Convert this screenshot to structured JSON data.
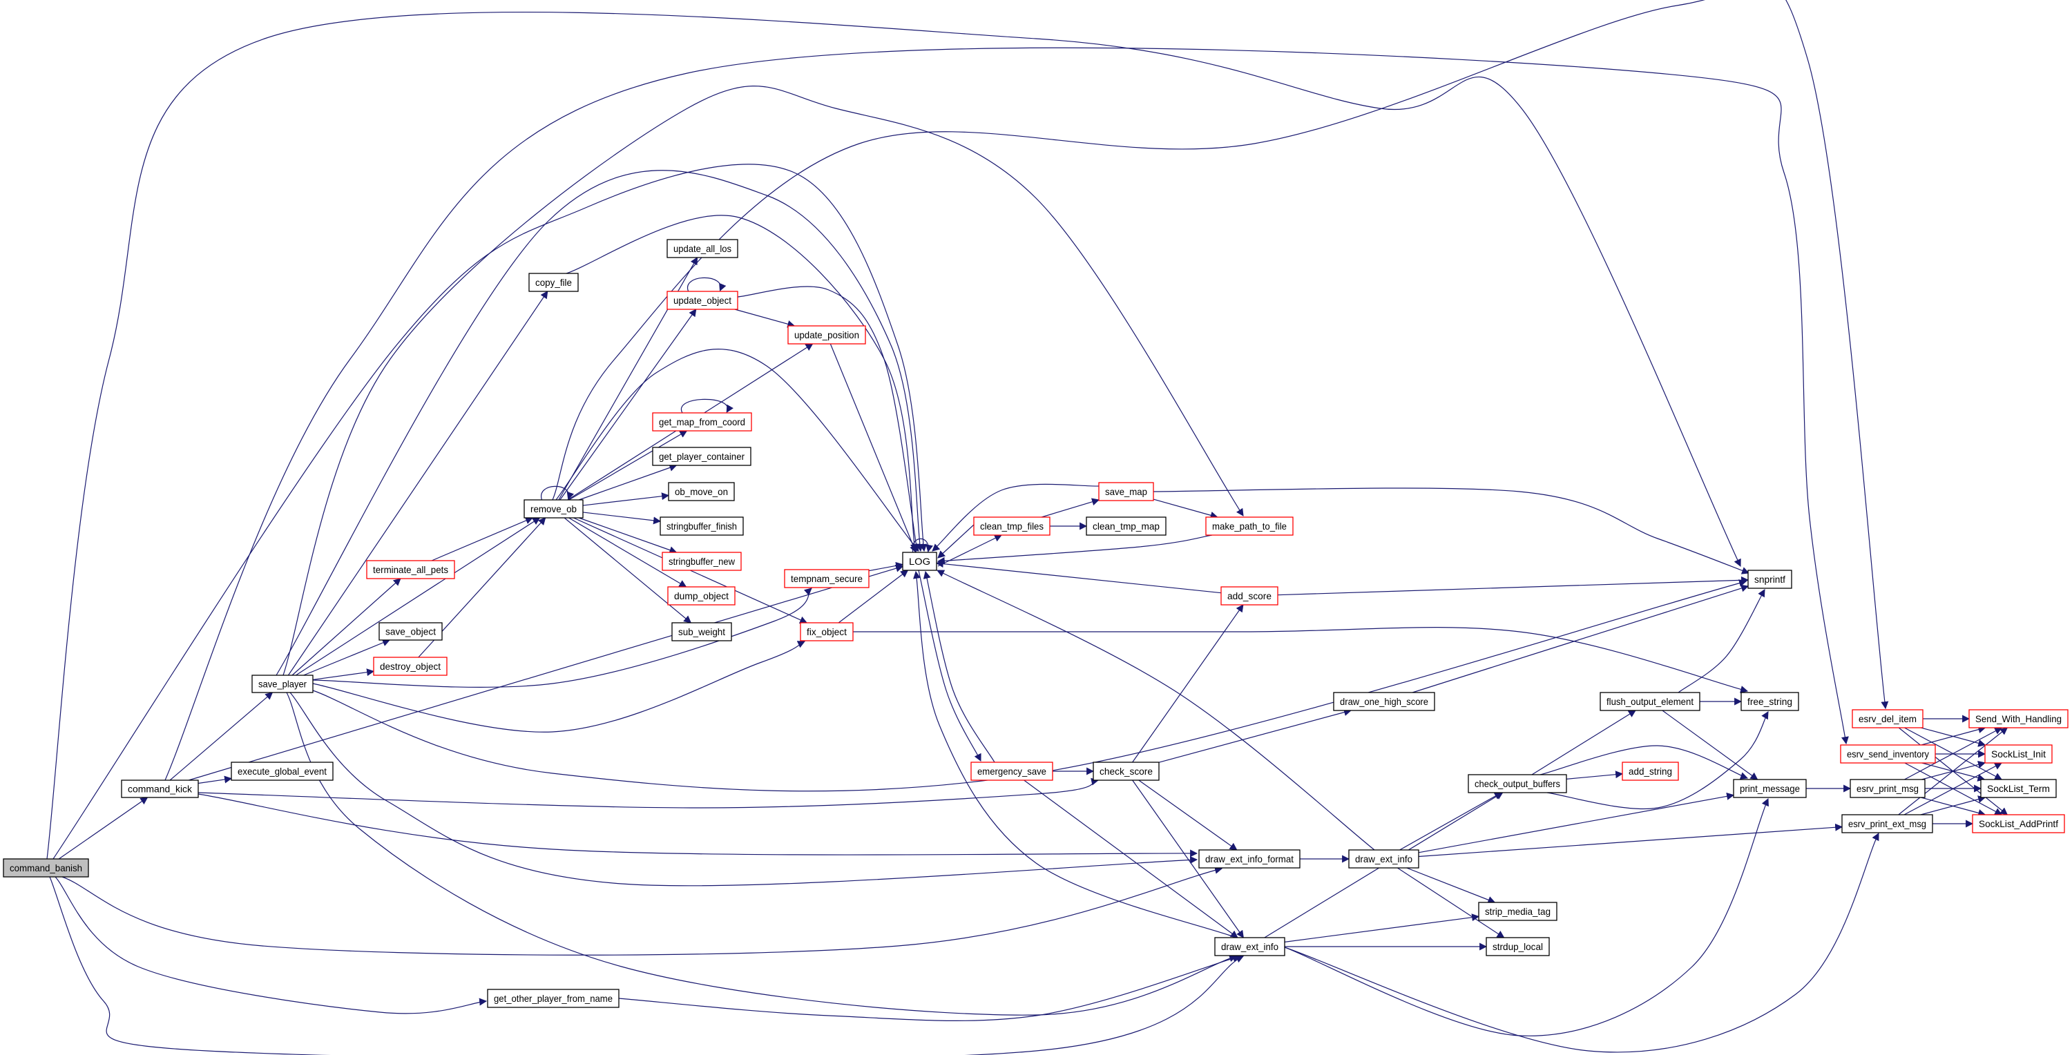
{
  "title": "Call graph of command_banish",
  "colors": {
    "edge": "#191970",
    "root_fill": "#bfbfbf",
    "truncated_border": "#ff0000",
    "node_border": "#000000"
  },
  "nodes": [
    {
      "id": "command_banish",
      "label": "command_banish",
      "style": "root"
    },
    {
      "id": "command_kick",
      "label": "command_kick",
      "style": "normal"
    },
    {
      "id": "execute_global_event",
      "label": "execute_global_event",
      "style": "normal"
    },
    {
      "id": "save_player",
      "label": "save_player",
      "style": "normal"
    },
    {
      "id": "terminate_all_pets",
      "label": "terminate_all_pets",
      "style": "red"
    },
    {
      "id": "save_object",
      "label": "save_object",
      "style": "normal"
    },
    {
      "id": "destroy_object",
      "label": "destroy_object",
      "style": "red"
    },
    {
      "id": "copy_file",
      "label": "copy_file",
      "style": "normal"
    },
    {
      "id": "remove_ob",
      "label": "remove_ob",
      "style": "normal"
    },
    {
      "id": "update_all_los",
      "label": "update_all_los",
      "style": "normal"
    },
    {
      "id": "update_object",
      "label": "update_object",
      "style": "red"
    },
    {
      "id": "update_position",
      "label": "update_position",
      "style": "red"
    },
    {
      "id": "get_map_from_coord",
      "label": "get_map_from_coord",
      "style": "red"
    },
    {
      "id": "get_player_container",
      "label": "get_player_container",
      "style": "normal"
    },
    {
      "id": "ob_move_on",
      "label": "ob_move_on",
      "style": "normal"
    },
    {
      "id": "stringbuffer_finish",
      "label": "stringbuffer_finish",
      "style": "normal"
    },
    {
      "id": "stringbuffer_new",
      "label": "stringbuffer_new",
      "style": "red"
    },
    {
      "id": "dump_object",
      "label": "dump_object",
      "style": "red"
    },
    {
      "id": "sub_weight",
      "label": "sub_weight",
      "style": "normal"
    },
    {
      "id": "tempnam_secure",
      "label": "tempnam_secure",
      "style": "red"
    },
    {
      "id": "fix_object",
      "label": "fix_object",
      "style": "red"
    },
    {
      "id": "LOG",
      "label": "LOG",
      "style": "normal"
    },
    {
      "id": "clean_tmp_files",
      "label": "clean_tmp_files",
      "style": "red"
    },
    {
      "id": "clean_tmp_map",
      "label": "clean_tmp_map",
      "style": "normal"
    },
    {
      "id": "save_map",
      "label": "save_map",
      "style": "red"
    },
    {
      "id": "make_path_to_file",
      "label": "make_path_to_file",
      "style": "red"
    },
    {
      "id": "add_score",
      "label": "add_score",
      "style": "red"
    },
    {
      "id": "emergency_save",
      "label": "emergency_save",
      "style": "red"
    },
    {
      "id": "check_score",
      "label": "check_score",
      "style": "normal"
    },
    {
      "id": "draw_one_high_score",
      "label": "draw_one_high_score",
      "style": "normal"
    },
    {
      "id": "draw_ext_info_format",
      "label": "draw_ext_info_format",
      "style": "normal"
    },
    {
      "id": "draw_ext_info_2",
      "label": "draw_ext_info",
      "style": "normal"
    },
    {
      "id": "draw_ext_info",
      "label": "draw_ext_info",
      "style": "normal"
    },
    {
      "id": "get_other_player_from_name",
      "label": "get_other_player_from_name",
      "style": "normal"
    },
    {
      "id": "snprintf",
      "label": "snprintf",
      "style": "normal"
    },
    {
      "id": "free_string",
      "label": "free_string",
      "style": "normal"
    },
    {
      "id": "flush_output_element",
      "label": "flush_output_element",
      "style": "normal"
    },
    {
      "id": "check_output_buffers",
      "label": "check_output_buffers",
      "style": "normal"
    },
    {
      "id": "add_string",
      "label": "add_string",
      "style": "red"
    },
    {
      "id": "strip_media_tag",
      "label": "strip_media_tag",
      "style": "normal"
    },
    {
      "id": "strdup_local",
      "label": "strdup_local",
      "style": "normal"
    },
    {
      "id": "print_message",
      "label": "print_message",
      "style": "normal"
    },
    {
      "id": "esrv_print_msg",
      "label": "esrv_print_msg",
      "style": "normal"
    },
    {
      "id": "esrv_print_ext_msg",
      "label": "esrv_print_ext_msg",
      "style": "normal"
    },
    {
      "id": "esrv_del_item",
      "label": "esrv_del_item",
      "style": "red"
    },
    {
      "id": "esrv_send_inventory",
      "label": "esrv_send_inventory",
      "style": "red"
    },
    {
      "id": "Send_With_Handling",
      "label": "Send_With_Handling",
      "style": "red"
    },
    {
      "id": "SockList_Init",
      "label": "SockList_Init",
      "style": "red"
    },
    {
      "id": "SockList_Term",
      "label": "SockList_Term",
      "style": "normal"
    },
    {
      "id": "SockList_AddPrintf",
      "label": "SockList_AddPrintf",
      "style": "red"
    }
  ],
  "edges": [
    [
      "command_banish",
      "command_kick"
    ],
    [
      "command_banish",
      "snprintf"
    ],
    [
      "command_banish",
      "LOG"
    ],
    [
      "command_banish",
      "draw_ext_info_format"
    ],
    [
      "command_banish",
      "get_other_player_from_name"
    ],
    [
      "command_banish",
      "draw_ext_info"
    ],
    [
      "command_kick",
      "save_player"
    ],
    [
      "command_kick",
      "execute_global_event"
    ],
    [
      "command_kick",
      "esrv_send_inventory"
    ],
    [
      "command_kick",
      "check_score"
    ],
    [
      "command_kick",
      "draw_ext_info_format"
    ],
    [
      "command_kick",
      "LOG"
    ],
    [
      "save_player",
      "remove_ob"
    ],
    [
      "save_player",
      "terminate_all_pets"
    ],
    [
      "save_player",
      "save_object"
    ],
    [
      "save_player",
      "destroy_object"
    ],
    [
      "save_player",
      "copy_file"
    ],
    [
      "save_player",
      "LOG"
    ],
    [
      "save_player",
      "make_path_to_file"
    ],
    [
      "save_player",
      "tempnam_secure"
    ],
    [
      "save_player",
      "snprintf"
    ],
    [
      "save_player",
      "draw_ext_info_format"
    ],
    [
      "save_player",
      "draw_ext_info"
    ],
    [
      "save_player",
      "fix_object"
    ],
    [
      "terminate_all_pets",
      "remove_ob"
    ],
    [
      "destroy_object",
      "remove_ob"
    ],
    [
      "copy_file",
      "LOG"
    ],
    [
      "remove_ob",
      "remove_ob"
    ],
    [
      "remove_ob",
      "update_all_los"
    ],
    [
      "remove_ob",
      "update_object"
    ],
    [
      "remove_ob",
      "update_position"
    ],
    [
      "remove_ob",
      "get_map_from_coord"
    ],
    [
      "remove_ob",
      "get_player_container"
    ],
    [
      "remove_ob",
      "ob_move_on"
    ],
    [
      "remove_ob",
      "stringbuffer_finish"
    ],
    [
      "remove_ob",
      "stringbuffer_new"
    ],
    [
      "remove_ob",
      "dump_object"
    ],
    [
      "remove_ob",
      "sub_weight"
    ],
    [
      "remove_ob",
      "fix_object"
    ],
    [
      "remove_ob",
      "LOG"
    ],
    [
      "remove_ob",
      "esrv_del_item"
    ],
    [
      "update_object",
      "update_object"
    ],
    [
      "update_object",
      "update_position"
    ],
    [
      "update_object",
      "LOG"
    ],
    [
      "update_position",
      "LOG"
    ],
    [
      "get_map_from_coord",
      "get_map_from_coord"
    ],
    [
      "tempnam_secure",
      "LOG"
    ],
    [
      "fix_object",
      "LOG"
    ],
    [
      "fix_object",
      "free_string"
    ],
    [
      "LOG",
      "LOG"
    ],
    [
      "LOG",
      "clean_tmp_files"
    ],
    [
      "LOG",
      "emergency_save"
    ],
    [
      "clean_tmp_files",
      "LOG"
    ],
    [
      "clean_tmp_files",
      "save_map"
    ],
    [
      "clean_tmp_files",
      "clean_tmp_map"
    ],
    [
      "save_map",
      "LOG"
    ],
    [
      "save_map",
      "make_path_to_file"
    ],
    [
      "save_map",
      "snprintf"
    ],
    [
      "make_path_to_file",
      "LOG"
    ],
    [
      "add_score",
      "LOG"
    ],
    [
      "add_score",
      "snprintf"
    ],
    [
      "emergency_save",
      "LOG"
    ],
    [
      "emergency_save",
      "check_score"
    ],
    [
      "emergency_save",
      "draw_ext_info"
    ],
    [
      "check_score",
      "add_score"
    ],
    [
      "check_score",
      "draw_one_high_score"
    ],
    [
      "check_score",
      "draw_ext_info_format"
    ],
    [
      "check_score",
      "draw_ext_info"
    ],
    [
      "draw_one_high_score",
      "snprintf"
    ],
    [
      "draw_ext_info_format",
      "draw_ext_info_2"
    ],
    [
      "draw_ext_info_2",
      "LOG"
    ],
    [
      "draw_ext_info_2",
      "check_output_buffers"
    ],
    [
      "draw_ext_info_2",
      "print_message"
    ],
    [
      "draw_ext_info_2",
      "esrv_print_ext_msg"
    ],
    [
      "draw_ext_info_2",
      "strip_media_tag"
    ],
    [
      "draw_ext_info_2",
      "strdup_local"
    ],
    [
      "draw_ext_info",
      "LOG"
    ],
    [
      "draw_ext_info",
      "check_output_buffers"
    ],
    [
      "draw_ext_info",
      "strip_media_tag"
    ],
    [
      "draw_ext_info",
      "strdup_local"
    ],
    [
      "draw_ext_info",
      "print_message"
    ],
    [
      "draw_ext_info",
      "esrv_print_ext_msg"
    ],
    [
      "get_other_player_from_name",
      "draw_ext_info"
    ],
    [
      "check_output_buffers",
      "flush_output_element"
    ],
    [
      "check_output_buffers",
      "add_string"
    ],
    [
      "check_output_buffers",
      "print_message"
    ],
    [
      "check_output_buffers",
      "free_string"
    ],
    [
      "flush_output_element",
      "free_string"
    ],
    [
      "flush_output_element",
      "snprintf"
    ],
    [
      "flush_output_element",
      "print_message"
    ],
    [
      "print_message",
      "esrv_print_msg"
    ],
    [
      "esrv_print_msg",
      "Send_With_Handling"
    ],
    [
      "esrv_print_msg",
      "SockList_Init"
    ],
    [
      "esrv_print_msg",
      "SockList_Term"
    ],
    [
      "esrv_print_msg",
      "SockList_AddPrintf"
    ],
    [
      "esrv_print_ext_msg",
      "Send_With_Handling"
    ],
    [
      "esrv_print_ext_msg",
      "SockList_Init"
    ],
    [
      "esrv_print_ext_msg",
      "SockList_Term"
    ],
    [
      "esrv_print_ext_msg",
      "SockList_AddPrintf"
    ],
    [
      "esrv_del_item",
      "Send_With_Handling"
    ],
    [
      "esrv_del_item",
      "SockList_Init"
    ],
    [
      "esrv_del_item",
      "SockList_Term"
    ],
    [
      "esrv_del_item",
      "SockList_AddPrintf"
    ],
    [
      "esrv_send_inventory",
      "Send_With_Handling"
    ],
    [
      "esrv_send_inventory",
      "SockList_Init"
    ],
    [
      "esrv_send_inventory",
      "SockList_Term"
    ],
    [
      "esrv_send_inventory",
      "SockList_AddPrintf"
    ]
  ]
}
